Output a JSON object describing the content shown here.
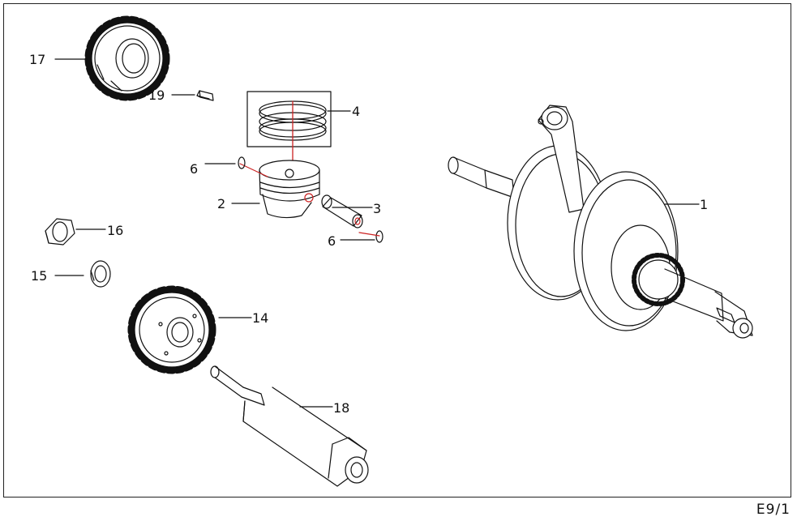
{
  "diagram": {
    "page_id": "E9/1",
    "callouts": {
      "crankshaft": "1",
      "piston": "2",
      "piston_pin": "3",
      "piston_rings": "4",
      "clip_upper": "6",
      "clip_lower": "6",
      "gear_14": "14",
      "washer_15": "15",
      "nut_16": "16",
      "gear_17": "17",
      "balancer_shaft": "18",
      "key_19": "19"
    },
    "colors": {
      "line": "#111111",
      "leader": "#cc2222",
      "fill": "#ffffff"
    }
  }
}
